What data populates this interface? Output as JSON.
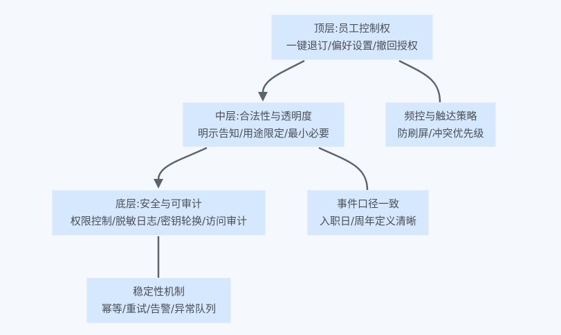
{
  "diagram": {
    "type": "flowchart-tree",
    "colors": {
      "background": "#f5f9fd",
      "node_fill": "#d6e8fd",
      "edge": "#5a6470",
      "text": "#4a4f57"
    },
    "nodes": {
      "top": {
        "title": "顶层:员工控制权",
        "subtitle": "一键退订/偏好设置/撤回授权"
      },
      "mid": {
        "title": "中层:合法性与透明度",
        "subtitle": "明示告知/用途限定/最小必要"
      },
      "freq": {
        "title": "频控与触达策略",
        "subtitle": "防刷屏/冲突优先级"
      },
      "bottom": {
        "title": "底层:安全与可审计",
        "subtitle": "权限控制/脱敏日志/密钥轮换/访问审计"
      },
      "event": {
        "title": "事件口径一致",
        "subtitle": "入职日/周年定义清晰"
      },
      "stable": {
        "title": "稳定性机制",
        "subtitle": "幂等/重试/告警/异常队列"
      }
    },
    "edges": [
      {
        "from": "top",
        "to": "mid",
        "arrow": true
      },
      {
        "from": "top",
        "to": "freq",
        "arrow": false
      },
      {
        "from": "mid",
        "to": "bottom",
        "arrow": true
      },
      {
        "from": "mid",
        "to": "event",
        "arrow": false
      },
      {
        "from": "bottom",
        "to": "stable",
        "arrow": false
      }
    ]
  }
}
